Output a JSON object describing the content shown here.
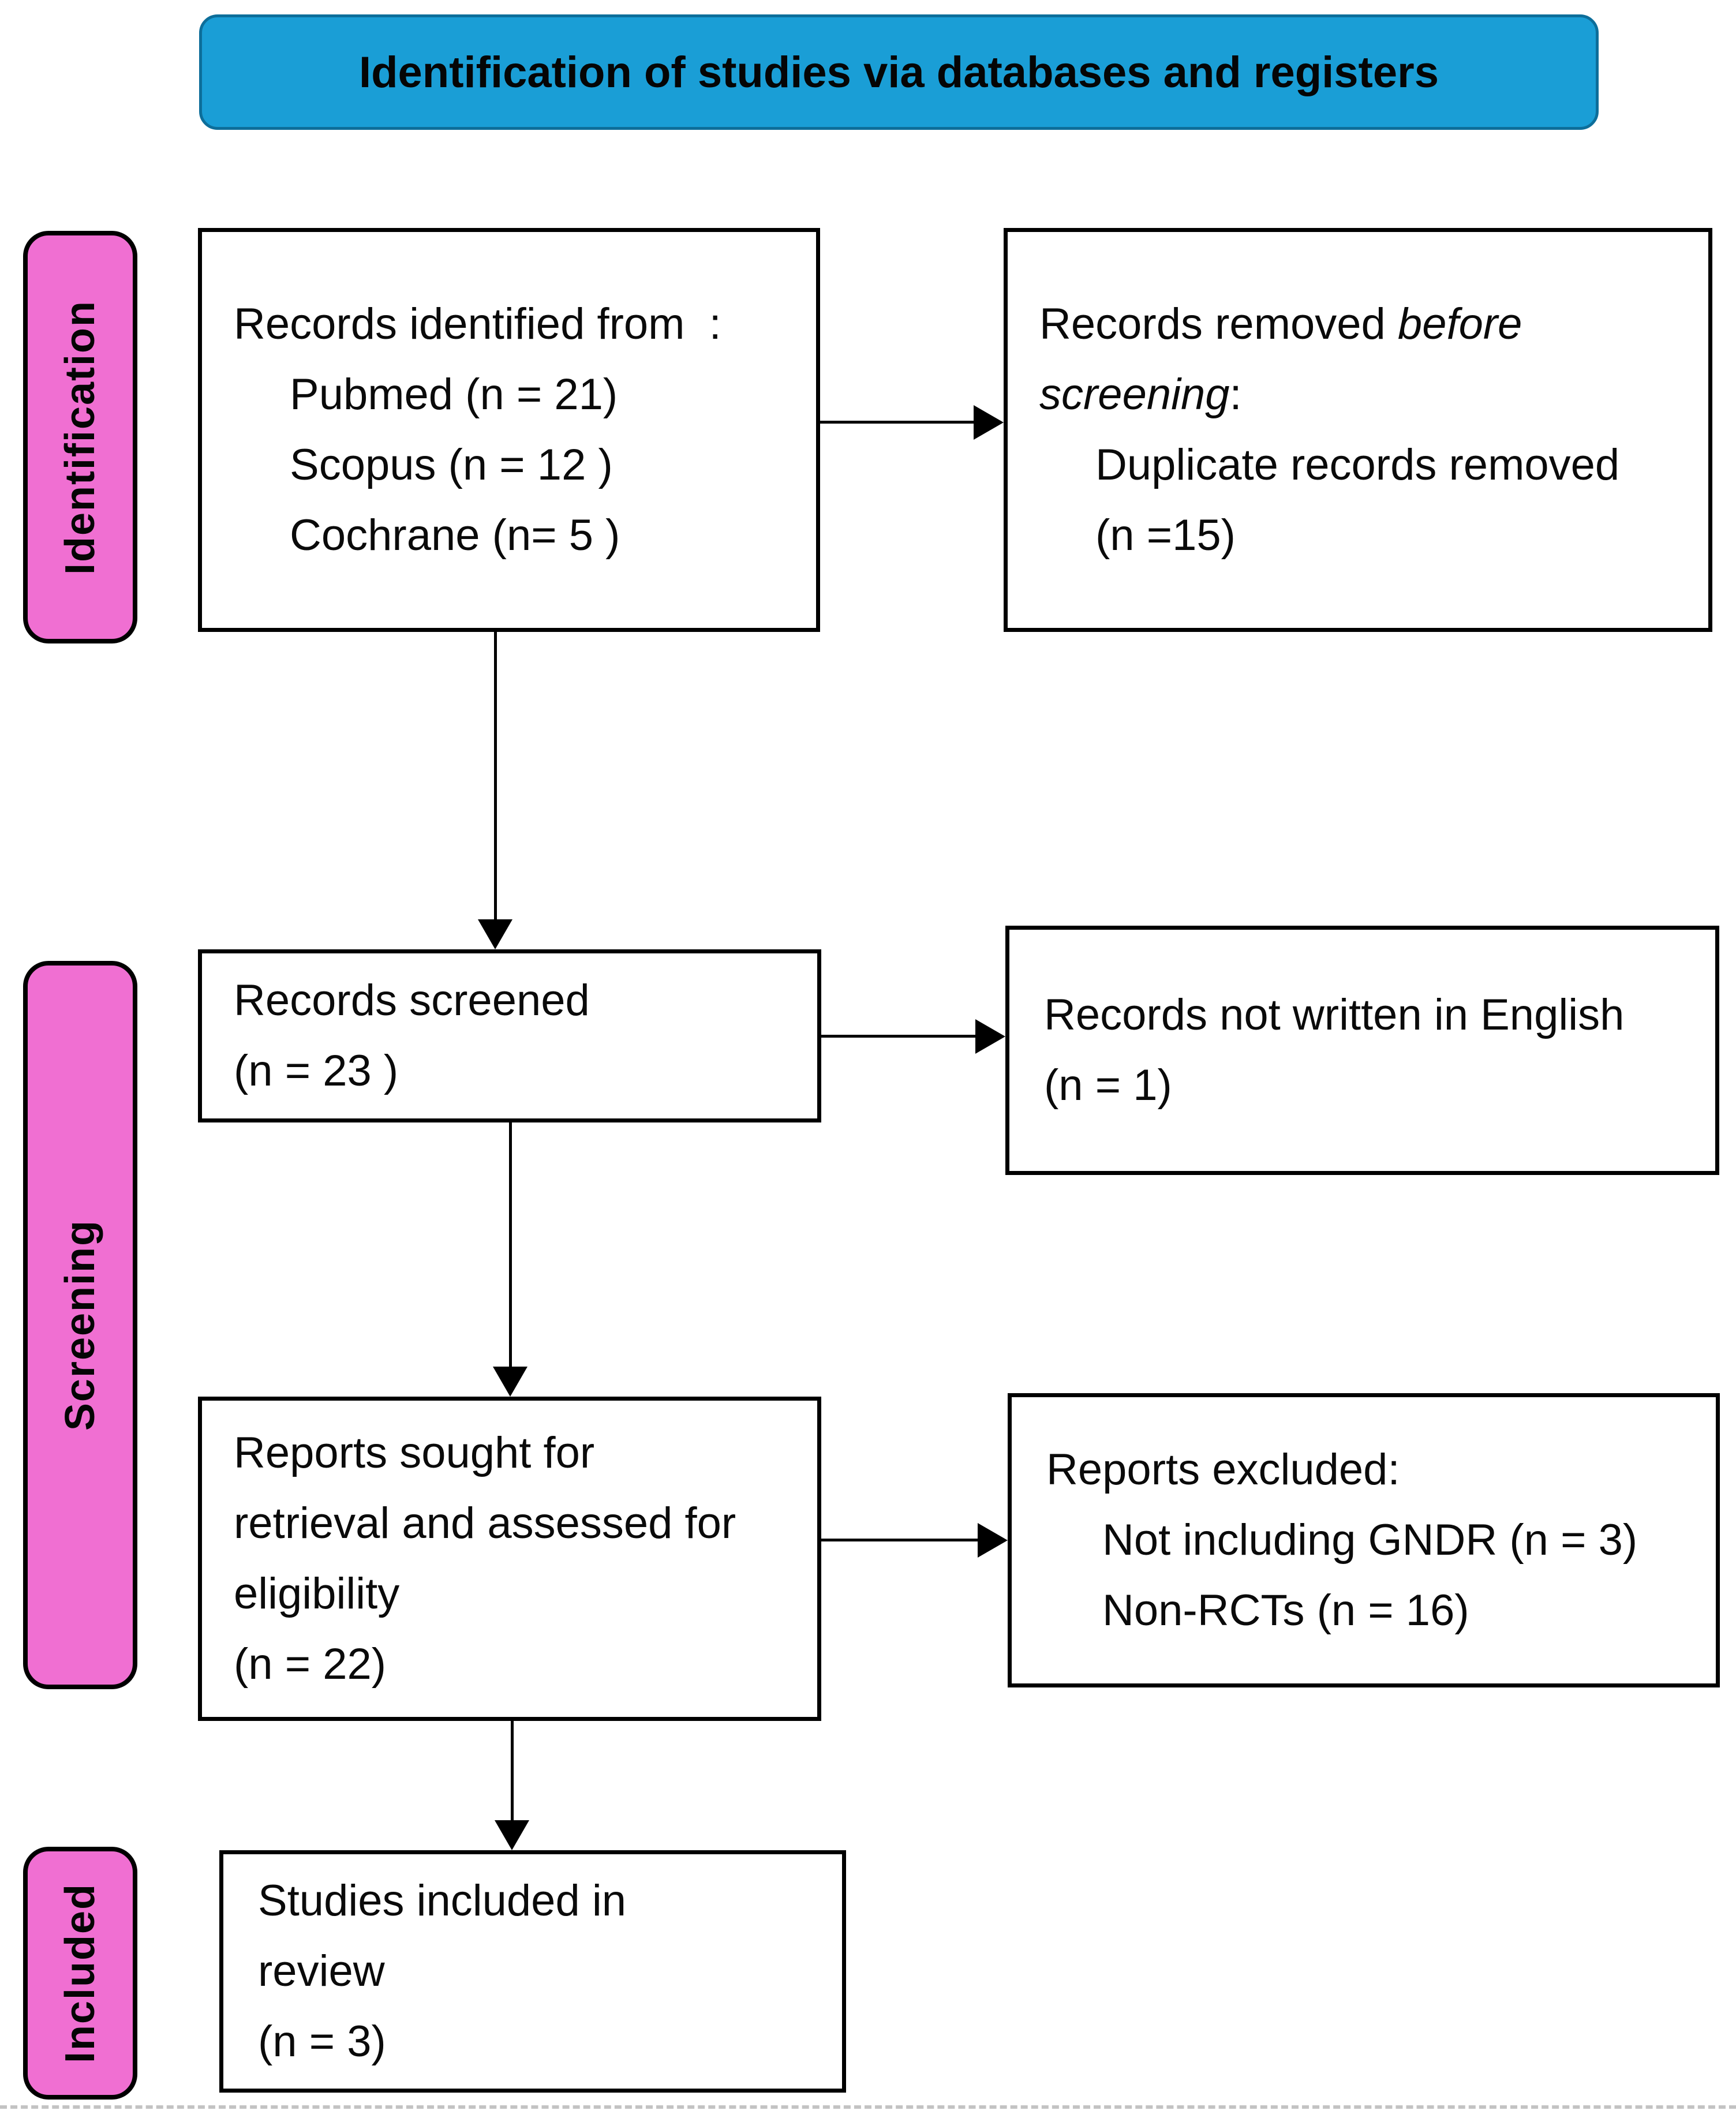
{
  "colors": {
    "header_bg": "#1a9ed6",
    "header_border": "#0d6e9a",
    "stage_bg": "#f06fd2",
    "box_border": "#000000",
    "text": "#0a0a0a",
    "artifact": "#b5b5b5"
  },
  "header": {
    "title": "Identification of studies via databases and registers"
  },
  "stages": {
    "identification": "Identification",
    "screening": "Screening",
    "included": "Included"
  },
  "boxes": {
    "records_identified": {
      "intro": "Records identified from  :",
      "items": [
        "Pubmed (n = 21)",
        "Scopus (n = 12 )",
        "Cochrane (n= 5 )"
      ]
    },
    "records_removed": {
      "line1_normal": "Records removed ",
      "line1_italic": "before",
      "line2_italic": "screening",
      "line2_normal": ":",
      "items": [
        "Duplicate records removed",
        "(n =15)"
      ]
    },
    "records_screened": {
      "lines": [
        "Records screened",
        "(n = 23 )"
      ]
    },
    "not_english": {
      "lines": [
        "Records not written in English",
        "(n = 1)"
      ]
    },
    "reports_sought": {
      "lines": [
        "Reports sought for",
        "retrieval and assessed for",
        "eligibility",
        "(n = 22)"
      ]
    },
    "reports_excluded": {
      "intro": "Reports excluded:",
      "items": [
        "Not including GNDR (n = 3)",
        "Non-RCTs (n = 16)"
      ]
    },
    "studies_included": {
      "lines": [
        "Studies included in",
        "review",
        "(n = 3)"
      ]
    }
  }
}
